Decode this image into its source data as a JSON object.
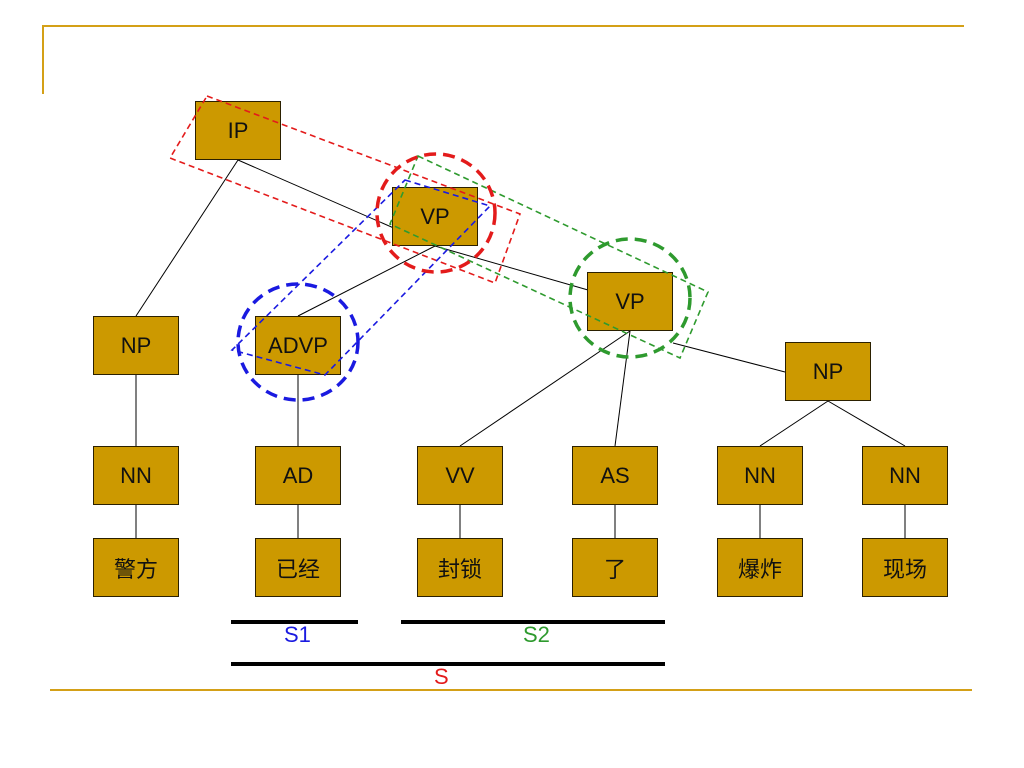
{
  "colors": {
    "node_fill": "#cc9900",
    "accent_rule": "#d4a017",
    "edge": "#000000",
    "head_red": "#e31b1b",
    "head_blue": "#1a1ae0",
    "head_green": "#2e9a2e"
  },
  "nodes": {
    "ip": "IP",
    "vp_upper": "VP",
    "vp_lower": "VP",
    "np_subject": "NP",
    "advp": "ADVP",
    "np_object": "NP",
    "nn_subject": "NN",
    "ad": "AD",
    "vv": "VV",
    "as": "AS",
    "nn_object_1": "NN",
    "nn_object_2": "NN",
    "word_jingfang": "警方",
    "word_yijing": "已经",
    "word_fengsuo": "封锁",
    "word_le": "了",
    "word_baozha": "爆炸",
    "word_xianchang": "现场"
  },
  "spans": {
    "s1": "S1",
    "s2": "S2",
    "s": "S"
  }
}
